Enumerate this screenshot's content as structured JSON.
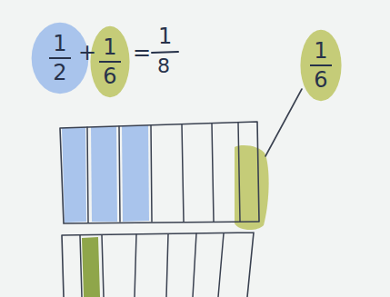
{
  "diagram": {
    "nodes": [
      {
        "text": [
          "1",
          "2"
        ]
      },
      {
        "text": [
          "1",
          "6"
        ]
      },
      {
        "text": [
          "1",
          "6"
        ]
      }
    ],
    "labels": [
      "+",
      "=",
      "1",
      "8"
    ]
  }
}
